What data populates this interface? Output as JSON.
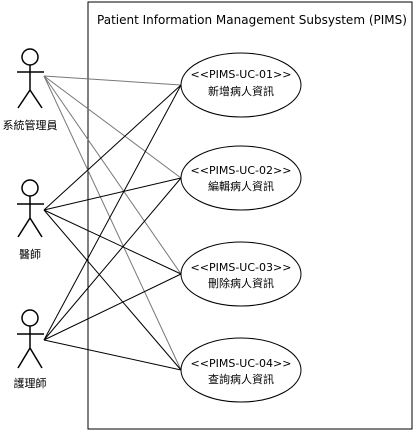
{
  "system": {
    "title": "Patient Information Management Subsystem (PIMS)"
  },
  "actors": [
    {
      "name": "系統管理員"
    },
    {
      "name": "醫師"
    },
    {
      "name": "護理師"
    }
  ],
  "use_cases": [
    {
      "id": "<<PIMS-UC-01>>",
      "name": "新增病人資訊"
    },
    {
      "id": "<<PIMS-UC-02>>",
      "name": "編輯病人資訊"
    },
    {
      "id": "<<PIMS-UC-03>>",
      "name": "刪除病人資訊"
    },
    {
      "id": "<<PIMS-UC-04>>",
      "name": "查詢病人資訊"
    }
  ],
  "associations": [
    {
      "actor": 0,
      "use_case": 0
    },
    {
      "actor": 0,
      "use_case": 1
    },
    {
      "actor": 0,
      "use_case": 2
    },
    {
      "actor": 0,
      "use_case": 3
    },
    {
      "actor": 1,
      "use_case": 0
    },
    {
      "actor": 1,
      "use_case": 1
    },
    {
      "actor": 1,
      "use_case": 2
    },
    {
      "actor": 1,
      "use_case": 3
    },
    {
      "actor": 2,
      "use_case": 0
    },
    {
      "actor": 2,
      "use_case": 1
    },
    {
      "actor": 2,
      "use_case": 2
    },
    {
      "actor": 2,
      "use_case": 3
    }
  ],
  "colors": {
    "line": "#000000",
    "admin_line": "#777777",
    "background": "#ffffff"
  }
}
